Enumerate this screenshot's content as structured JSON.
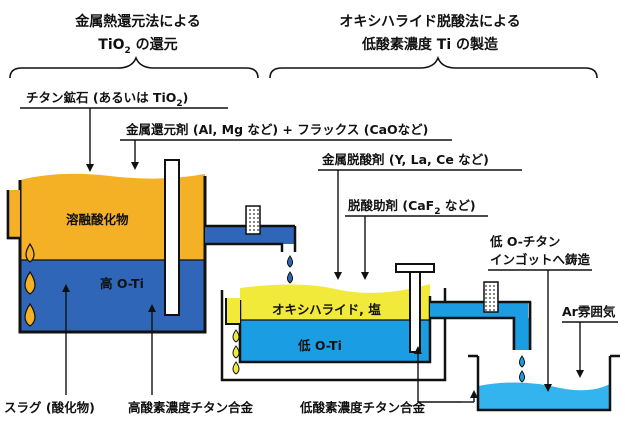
{
  "process_titles": {
    "left_line1": "金属熱還元法による",
    "left_line2_prefix": "TiO",
    "left_line2_sub": "2",
    "left_line2_suffix": " の還元",
    "right_line1": "オキシハライド脱酸法による",
    "right_line2": "低酸素濃度 Ti の製造"
  },
  "labels": {
    "ore_prefix": "チタン鉱石 (あるいは TiO",
    "ore_sub": "2",
    "ore_suffix": ")",
    "reductant": "金属還元剤 (Al, Mg など) + フラックス (CaOなど)",
    "deox_agent": "金属脱酸剤 (Y, La, Ce など)",
    "deox_aid_prefix": "脱酸助剤 (CaF",
    "deox_aid_sub": "2",
    "deox_aid_suffix": " など)",
    "ingot_line1": "低 O-チタン",
    "ingot_line2": "インゴットへ鋳造",
    "ar_atmosphere": "Ar雰囲気",
    "molten_oxide": "溶融酸化物",
    "high_o_ti": "高 O-Ti",
    "oxyhalide_salt": "オキシハライド, 塩",
    "low_o_ti": "低 O-Ti",
    "slag": "スラグ (酸化物)",
    "high_oxygen_alloy": "高酸素濃度チタン合金",
    "low_oxygen_alloy": "低酸素濃度チタン合金"
  },
  "colors": {
    "oxide_orange": "#f5b125",
    "high_o_blue": "#2f66b8",
    "salt_yellow": "#f2ea3a",
    "low_o_cyan": "#1a9de3",
    "ingot_light": "#34b4ee",
    "outline": "#111111"
  }
}
